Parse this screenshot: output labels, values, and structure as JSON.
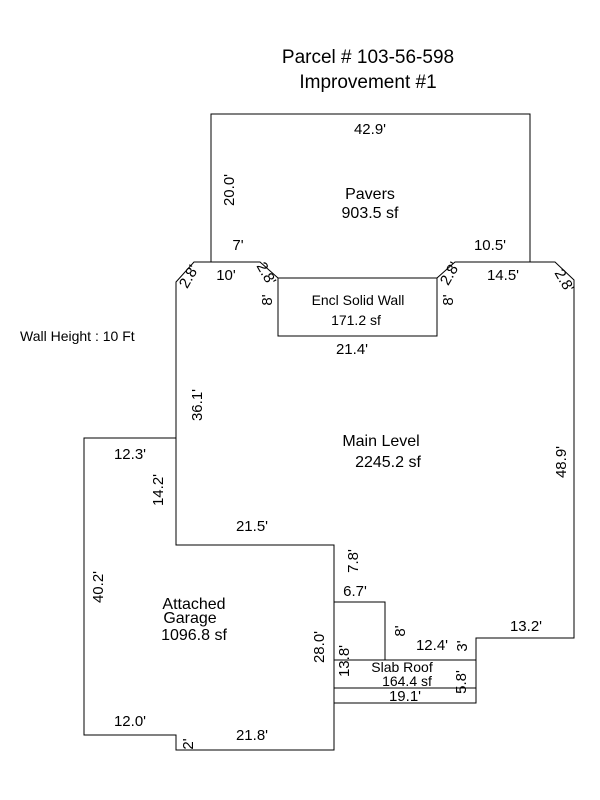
{
  "title": {
    "parcel": "Parcel # 103-56-598",
    "improvement": "Improvement #1"
  },
  "note": "Wall Height : 10 Ft",
  "areas": {
    "pavers": {
      "name": "Pavers",
      "area": "903.5 sf"
    },
    "encl_wall": {
      "name": "Encl Solid Wall",
      "area": "171.2 sf"
    },
    "main_level": {
      "name": "Main Level",
      "area": "2245.2 sf"
    },
    "garage": {
      "name_line1": "Attached",
      "name_line2": "Garage",
      "area": "1096.8 sf"
    },
    "slab_roof": {
      "name": "Slab Roof",
      "area": "164.4 sf"
    }
  },
  "dims": {
    "pavers_top": "42.9'",
    "pavers_left": "20.0'",
    "pavers_left_step": "7'",
    "pavers_right_step": "10.5'",
    "main_left_corner": "2.8'",
    "main_left_top": "10'",
    "notch_left_diag": "2.8'",
    "notch_left_vert": "8'",
    "notch_right_diag": "2.8'",
    "notch_right_vert": "8'",
    "main_right_top": "14.5'",
    "main_right_corner": "2.8'",
    "notch_bottom": "21.4'",
    "main_left_upper": "36.1'",
    "main_right": "48.9'",
    "garage_top": "12.3'",
    "main_left_lower": "14.2'",
    "main_bottom_left": "21.5'",
    "main_step_vert": "7.8'",
    "main_step_horiz": "6.7'",
    "main_step_vert2": "8'",
    "main_bottom_mid": "12.4'",
    "slab_right_small": "3'",
    "main_bottom_right": "13.2'",
    "garage_left": "40.2'",
    "garage_right": "28.0'",
    "slab_left": "13.8'",
    "slab_right": "5.8'",
    "slab_bottom": "19.1'",
    "garage_bottom_left": "12.0'",
    "garage_small": "2'",
    "garage_bottom": "21.8'"
  }
}
